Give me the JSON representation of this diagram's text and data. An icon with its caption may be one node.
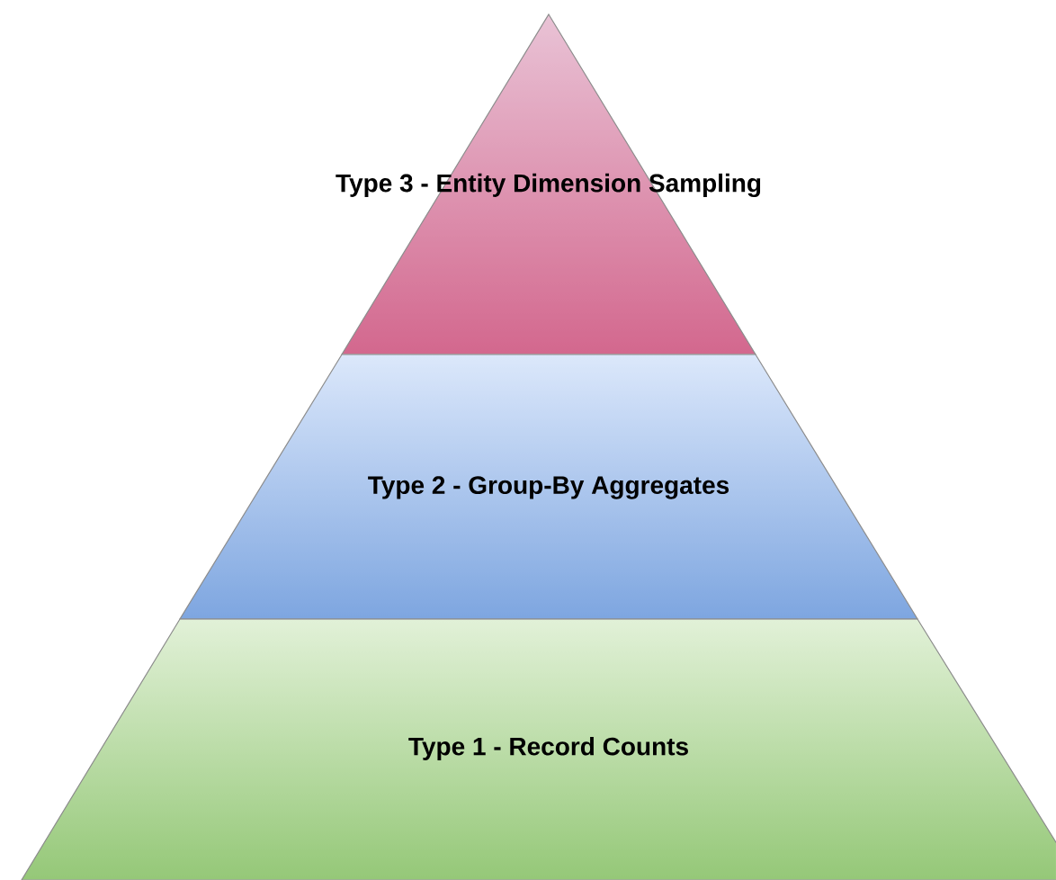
{
  "diagram": {
    "nodes": [
      {
        "text": [
          "Type 3 - Entity Dimension Sampling"
        ]
      },
      {
        "text": [
          "Type 2 - Group-By Aggregates"
        ]
      },
      {
        "text": [
          "Type 1 - Record Counts"
        ]
      }
    ]
  }
}
